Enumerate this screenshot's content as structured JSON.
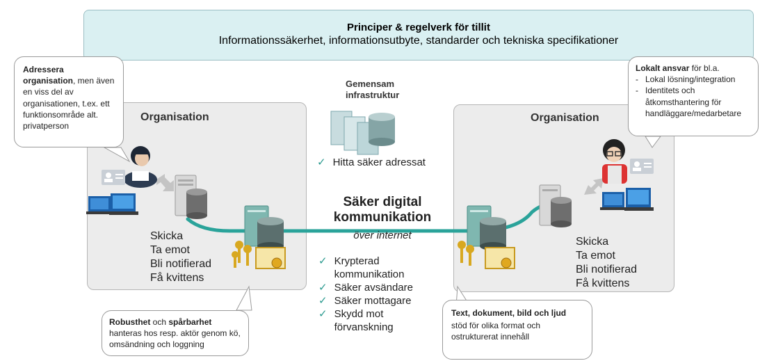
{
  "banner": {
    "title": "Principer & regelverk för tillit",
    "subtitle": "Informationssäkerhet, informationsutbyte, standarder och tekniska specifikationer"
  },
  "callouts": {
    "address_bold": "Adressera organisation",
    "address_rest": ", men även en viss del av organisationen, t.ex. ett funktionsområde alt. privatperson",
    "local_bold": "Lokalt ansvar",
    "local_rest": " för bl.a.",
    "local_items": [
      "Lokal lösning/integration",
      "Identitets och åtkomsthantering för handläggare/medarbetare"
    ],
    "robust_bold1": "Robusthet",
    "robust_mid": " och ",
    "robust_bold2": "spårbarhet",
    "robust_rest": " hanteras hos resp. aktör genom kö, omsändning och loggning",
    "text_bold": "Text, dokument, bild och ljud",
    "text_rest": "stöd för olika format och ostrukturerat innehåll"
  },
  "org_left": {
    "title": "Organisation",
    "actions": [
      "Skicka",
      "Ta emot",
      "Bli notifierad",
      "Få kvittens"
    ]
  },
  "org_right": {
    "title": "Organisation",
    "actions": [
      "Skicka",
      "Ta emot",
      "Bli notifierad",
      "Få kvittens"
    ]
  },
  "infrastructure": {
    "label": "Gemensam infrastruktur",
    "feature": "Hitta säker adressat"
  },
  "center": {
    "title": "Säker digital kommunikation",
    "subtitle": "över internet",
    "features": [
      "Krypterad kommunikation",
      "Säker avsändare",
      "Säker mottagare",
      "Skydd mot förvanskning"
    ]
  },
  "colors": {
    "banner_bg": "#daf0f2",
    "org_bg": "#ececec",
    "link_line": "#2aa39a",
    "check": "#2b9a8f"
  },
  "icons": [
    "user-headset-icon",
    "contact-card-icon",
    "laptop-icon",
    "server-icon",
    "database-icon",
    "keys-icon",
    "certificate-icon",
    "user-avatar-icon",
    "bidirectional-arrow-icon",
    "checkmark-icon"
  ]
}
